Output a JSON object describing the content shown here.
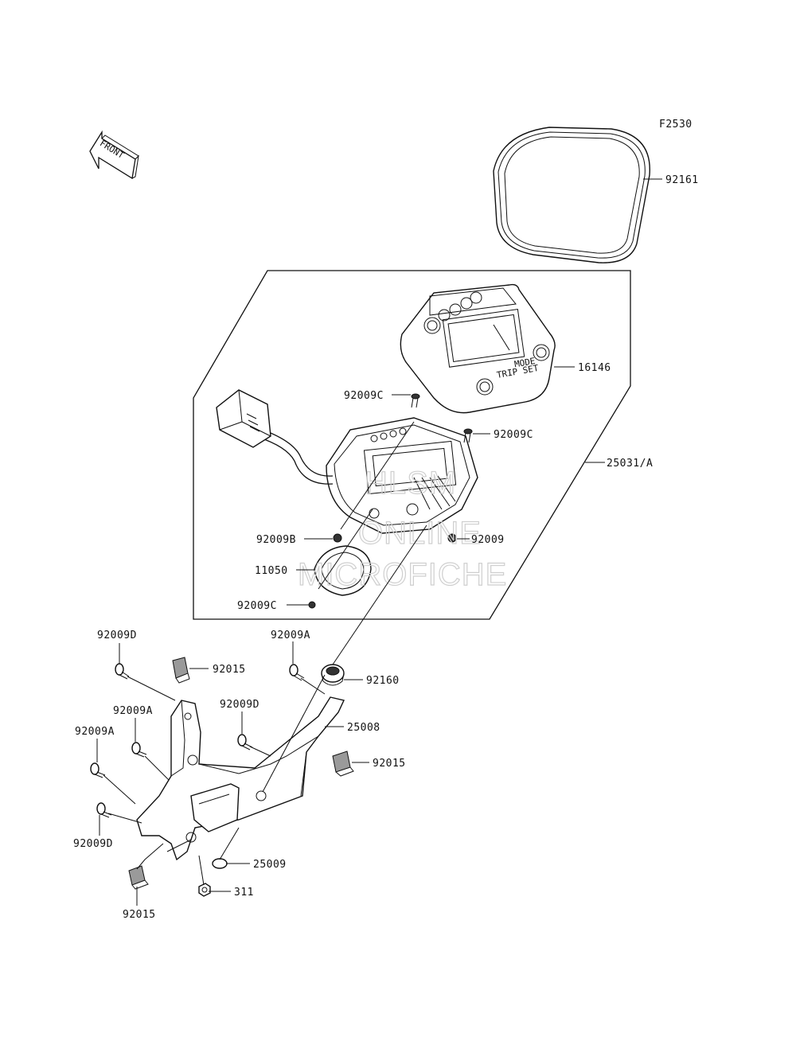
{
  "figure_code": "F2530",
  "direction_label": "FRONT",
  "watermark": [
    "HLSM",
    "ONLINE",
    "MICROFICHE"
  ],
  "meter_buttons": [
    "TRIP SET",
    "MODE"
  ],
  "callouts": {
    "bezel_seal": "92161",
    "meter_cover": "16146",
    "meter_assembly": "25031/A",
    "screw_top_cover": "92009C",
    "screw_right_cover": "92009C",
    "screw_left": "92009B",
    "screw_right": "92009",
    "gasket": "11050",
    "screw_bottom": "92009C",
    "bolt_top_left": "92009D",
    "clip_top": "92015",
    "bolt_top_mid": "92009A",
    "grommet": "92160",
    "bolt_mid": "92009D",
    "bracket": "25008",
    "bolt_left_1": "92009A",
    "bolt_left_2": "92009A",
    "clip_right": "92015",
    "bolt_lower_left": "92009D",
    "washer": "25009",
    "nut": "311",
    "clip_bottom": "92015"
  }
}
